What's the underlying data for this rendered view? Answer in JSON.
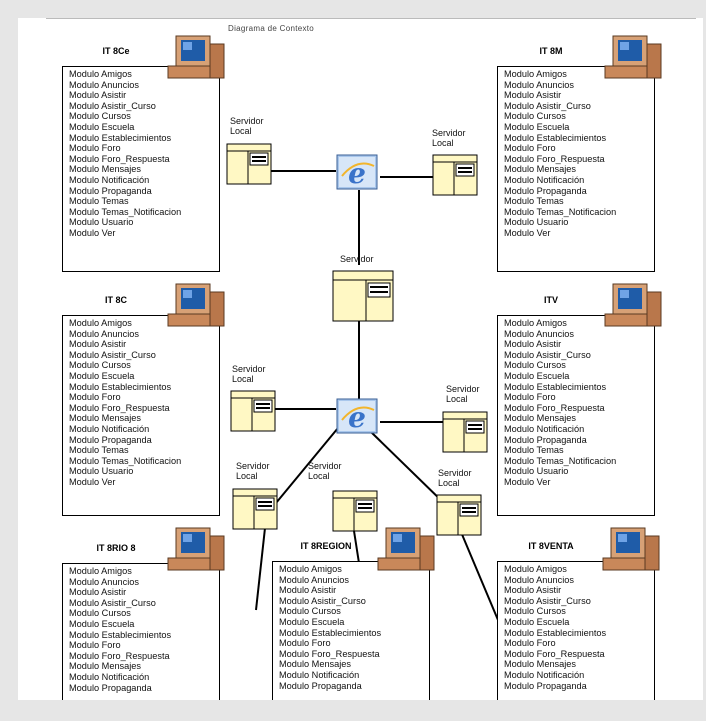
{
  "diagram": {
    "caption": "Diagrama de Contexto",
    "server_label": "Servidor",
    "local_server_label": "Servidor Local",
    "module_items": [
      "Modulo Amigos",
      "Modulo Anuncios",
      "Modulo Asistir",
      "Modulo Asistir_Curso",
      "Modulo Cursos",
      "Modulo Escuela",
      "Modulo Establecimientos",
      "Modulo Foro",
      "Modulo Foro_Respuesta",
      "Modulo Mensajes",
      "Modulo Notificación",
      "Modulo Propaganda",
      "Modulo Temas",
      "Modulo Temas_Notificacion",
      "Modulo Usuario",
      "Modulo Ver"
    ],
    "nodes": [
      {
        "id": "it8ce",
        "title": "IT 8Ce"
      },
      {
        "id": "it8m",
        "title": "IT 8M"
      },
      {
        "id": "it8c",
        "title": "IT 8C"
      },
      {
        "id": "itv",
        "title": "ITV"
      },
      {
        "id": "it8rio8",
        "title": "IT 8RIO 8"
      },
      {
        "id": "it8region",
        "title": "IT 8REGION"
      },
      {
        "id": "it8venta",
        "title": "IT 8VENTA"
      }
    ],
    "icons": {
      "computer": "computer-icon",
      "browser": "internet-explorer-icon",
      "server": "server-icon"
    },
    "colors": {
      "ie_blue": "#3a73c9",
      "monitor_screen": "#1f5ca8",
      "server_fill": "#fff8c4",
      "pc_body": "#c9885a"
    }
  }
}
